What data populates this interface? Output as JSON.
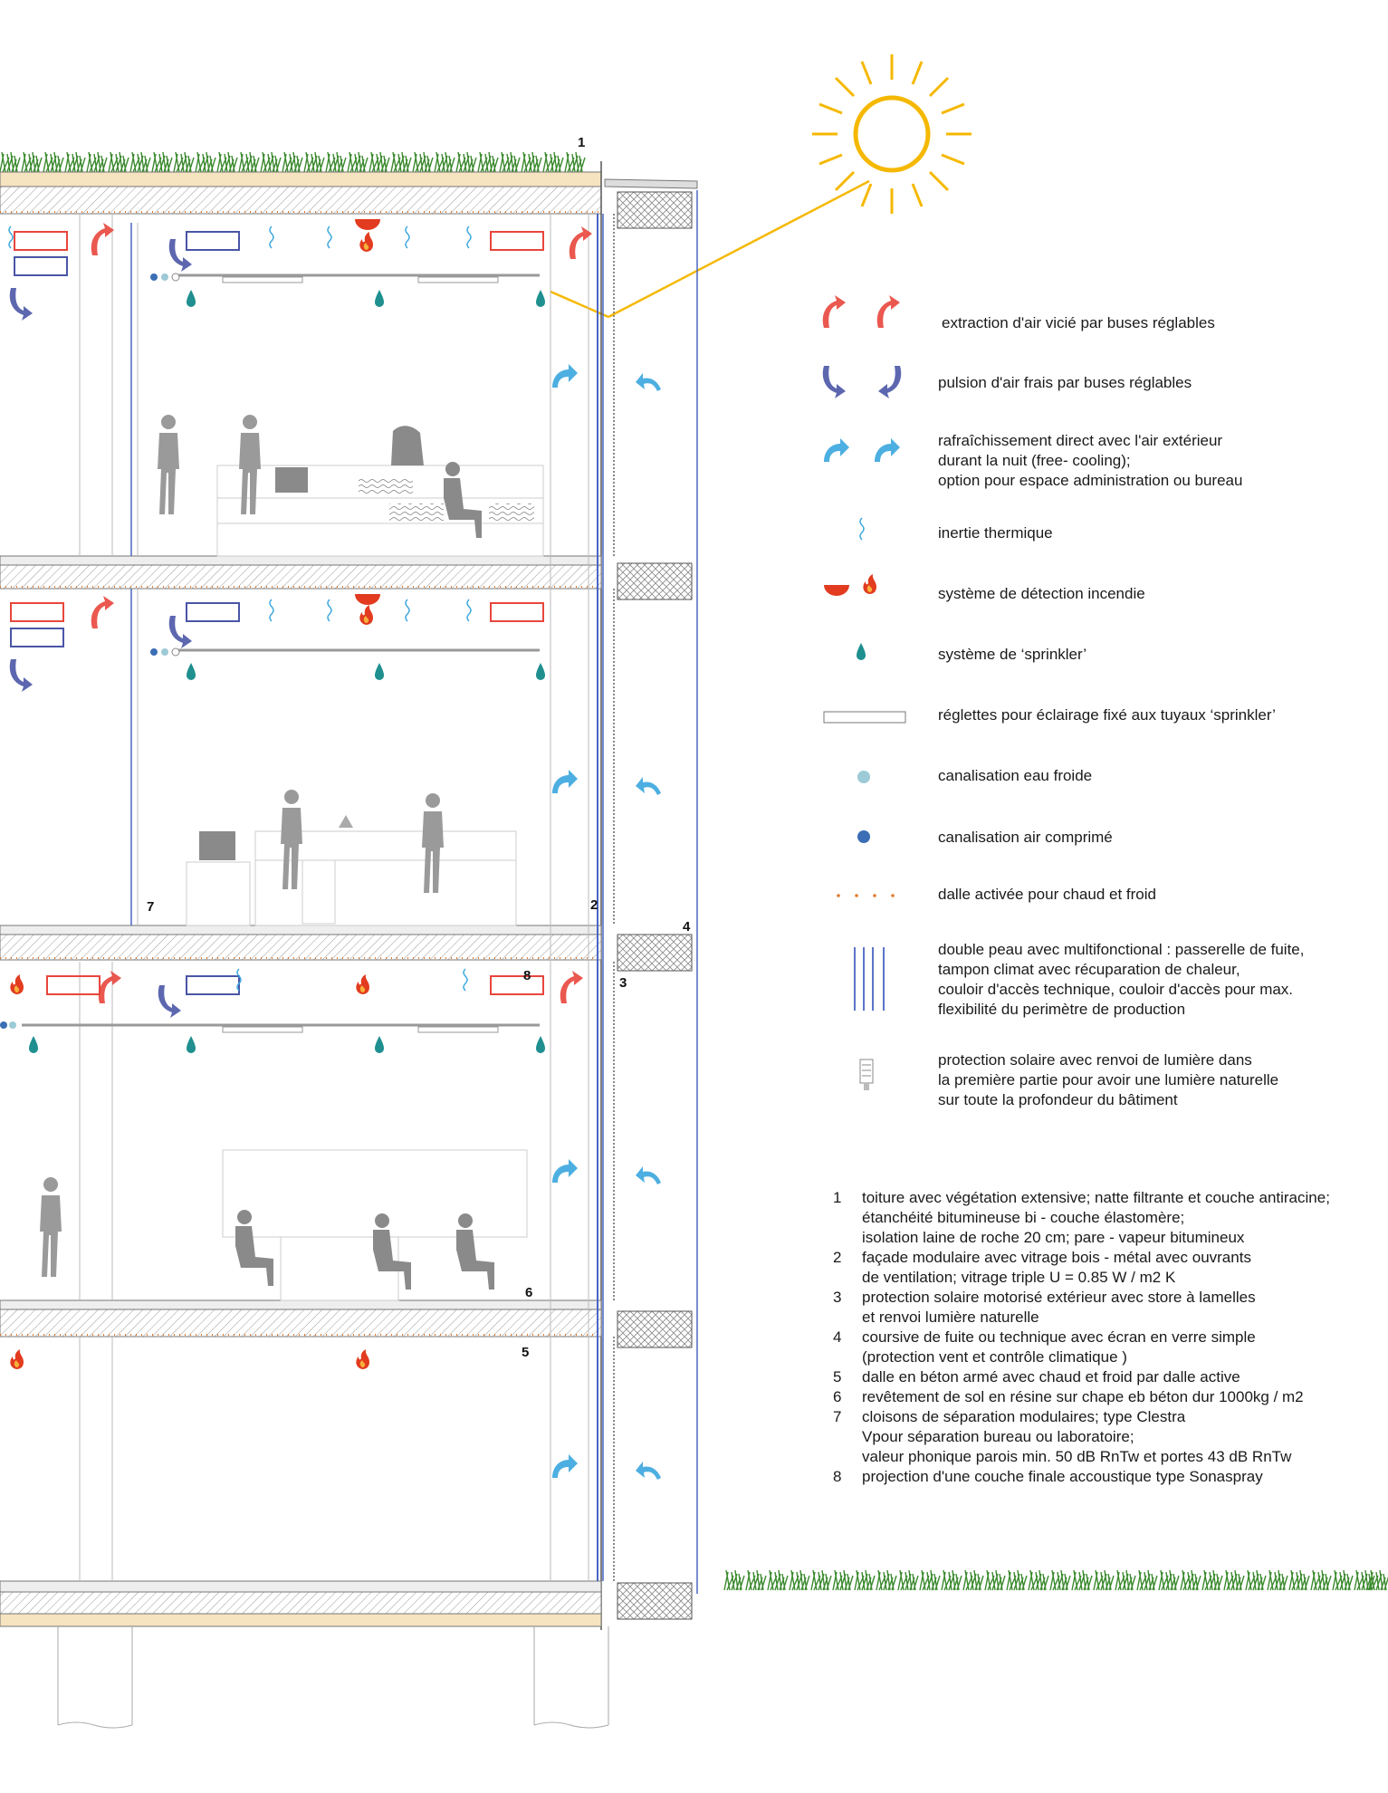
{
  "legend": [
    {
      "id": "extraction",
      "icon": "red-curved-arrow-icon",
      "label": "extraction d'air vicié par buses réglables"
    },
    {
      "id": "pulsion",
      "icon": "blue-curved-arrow-icon",
      "label": "pulsion d'air frais par buses réglables"
    },
    {
      "id": "freecooling",
      "icon": "light-blue-arrow-icon",
      "label": "rafraîchissement direct avec l'air extérieur\ndurant la nuit (free- cooling);\noption pour espace administration ou bureau"
    },
    {
      "id": "inertie",
      "icon": "wave-icon",
      "label": "inertie thermique"
    },
    {
      "id": "incendie",
      "icon": "fire-detector-icon",
      "label": "système de détection incendie"
    },
    {
      "id": "sprinkler",
      "icon": "sprinkler-drop-icon",
      "label": "système de ‘sprinkler’"
    },
    {
      "id": "reglettes",
      "icon": "light-strip-icon",
      "label": "réglettes pour éclairage fixé aux tuyaux ‘sprinkler’"
    },
    {
      "id": "eaufroide",
      "icon": "light-dot-icon",
      "label": "canalisation eau froide"
    },
    {
      "id": "aircomprime",
      "icon": "dark-dot-icon",
      "label": "canalisation air comprimé"
    },
    {
      "id": "dalle",
      "icon": "orange-dots-icon",
      "label": "dalle activée pour chaud et froid"
    },
    {
      "id": "doublepeau",
      "icon": "vertical-lines-icon",
      "label": "double peau avec multifonctional : passerelle de fuite,\ntampon climat avec récuparation de chaleur,\ncouloir d'accès technique, couloir d'accès pour max.\nflexibilité du perimètre de production"
    },
    {
      "id": "protection",
      "icon": "solar-shade-icon",
      "label": "protection solaire avec renvoi de lumière dans\nla première partie pour avoir une lumière naturelle\nsur toute la profondeur du bâtiment"
    }
  ],
  "notes": [
    {
      "num": "1",
      "text": "toiture avec végétation extensive; natte filtrante et couche antiracine;\nétanchéité bitumineuse bi - couche élastomère;\nisolation laine de roche 20 cm; pare - vapeur bitumineux"
    },
    {
      "num": "2",
      "text": "façade modulaire avec vitrage bois - métal avec ouvrants\nde ventilation; vitrage  triple U = 0.85 W / m2 K"
    },
    {
      "num": "3",
      "text": "protection solaire motorisé extérieur avec store à lamelles\net renvoi lumière naturelle"
    },
    {
      "num": "4",
      "text": "coursive de fuite ou technique avec écran en verre simple\n(protection vent et contrôle climatique )"
    },
    {
      "num": "5",
      "text": "dalle en béton armé avec chaud et froid par dalle active"
    },
    {
      "num": "6",
      "text": "revêtement de sol en résine sur chape eb béton dur 1000kg / m2"
    },
    {
      "num": "7",
      "text": "cloisons de séparation modulaires; type Clestra\nVpour séparation bureau ou laboratoire;\nvaleur phonique parois min. 50 dB RnTw et portes 43 dB RnTw"
    },
    {
      "num": "8",
      "text": "projection d'une couche finale accoustique type Sonaspray"
    }
  ],
  "callouts": [
    "1",
    "2",
    "3",
    "4",
    "5",
    "6",
    "7",
    "8"
  ],
  "colors": {
    "extraction": "#e8463c",
    "pulsion": "#4a56a6",
    "freecooling": "#3aa6de",
    "sun": "#f5b800",
    "grass": "#3b8a2e",
    "fire": "#e23b1f",
    "sprinkler": "#1f8f8f",
    "slabWarm": "#f6e3bf",
    "glass": "#4a66c4",
    "dots": "#e07a2c"
  }
}
